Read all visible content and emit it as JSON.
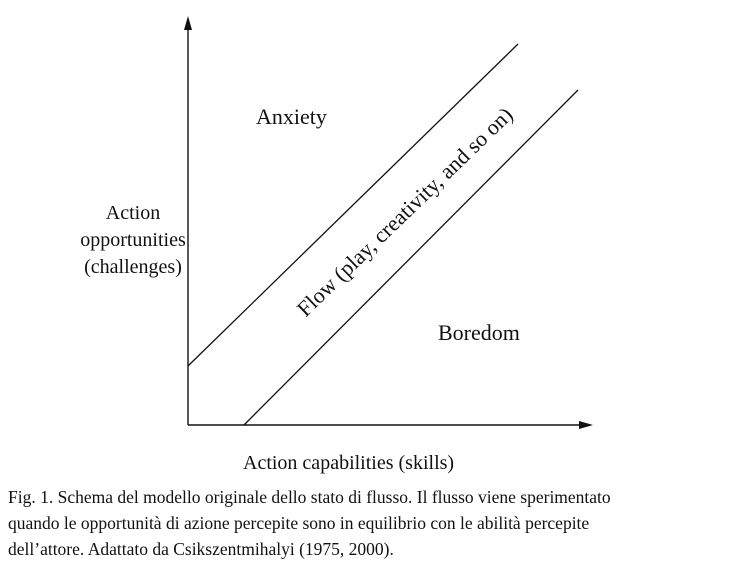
{
  "diagram": {
    "regions": {
      "anxiety": "Anxiety",
      "flow": "Flow (play, creativity, and so on)",
      "boredom": "Boredom"
    },
    "y_axis_label": [
      "Action",
      "opportunities",
      "(challenges)"
    ],
    "x_axis_label": "Action capabilities (skills)"
  },
  "caption": [
    "Fig. 1. Schema del modello originale dello stato di flusso. Il flusso viene sperimentato",
    "quando le opportunità di azione percepite sono in equilibrio con le abilità percepite",
    "dell’attore. Adattato da Csikszentmihalyi (1975, 2000)."
  ]
}
